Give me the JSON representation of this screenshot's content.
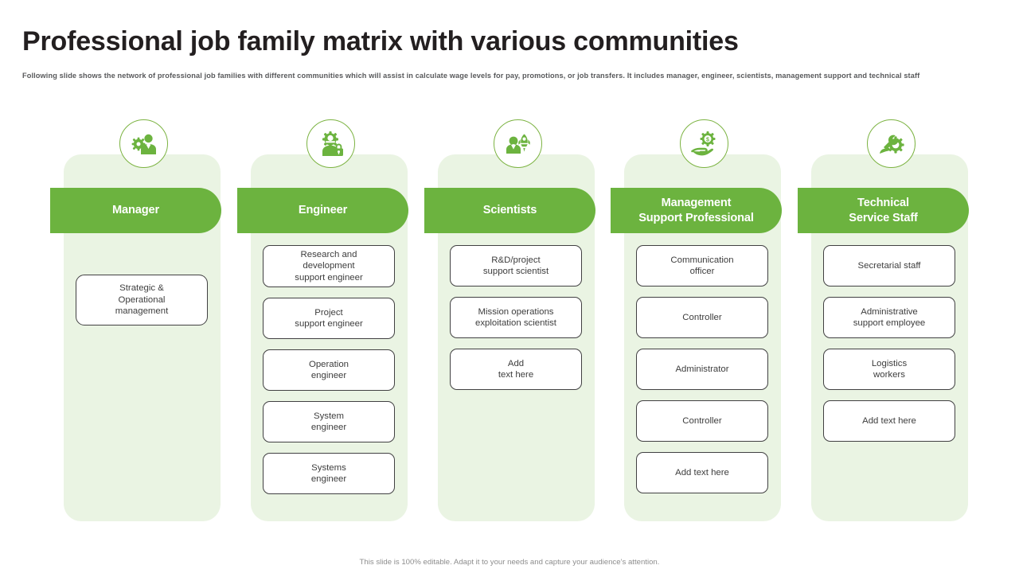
{
  "page": {
    "title": "Professional job family matrix with various communities",
    "subtitle": "Following  slide shows the network of professional job families with different communities which will assist in calculate wage levels for pay, promotions, or job transfers. It includes manager, engineer, scientists, management support and technical staff",
    "footer": "This slide is 100% editable.  Adapt it to your needs and capture your audience’s attention."
  },
  "colors": {
    "header_green": "#6cb33f",
    "column_bg": "#eaf4e3",
    "badge_border": "#7cb342",
    "card_border": "#414042",
    "title_text": "#231f20",
    "body_text": "#3d3d3d",
    "footer_text": "#8d8d8d"
  },
  "columns": [
    {
      "id": "manager",
      "header": "Manager",
      "icon": "manager-gear-person-icon",
      "items": [
        {
          "label": "Strategic &\nOperational\nmanagement"
        }
      ]
    },
    {
      "id": "engineer",
      "header": "Engineer",
      "icon": "engineer-gear-lock-icon",
      "items": [
        {
          "label": "Research and\ndevelopment\nsupport engineer"
        },
        {
          "label": "Project\nsupport engineer"
        },
        {
          "label": "Operation\nengineer"
        },
        {
          "label": "System\nengineer"
        },
        {
          "label": "Systems\nengineer"
        }
      ]
    },
    {
      "id": "scientists",
      "header": "Scientists",
      "icon": "scientist-rocket-person-icon",
      "items": [
        {
          "label": "R&D/project\nsupport scientist"
        },
        {
          "label": "Mission operations\nexploitation scientist"
        },
        {
          "label": "Add\ntext here"
        }
      ]
    },
    {
      "id": "management-support-professional",
      "header": "Management\nSupport Professional",
      "icon": "hand-gear-dollar-icon",
      "items": [
        {
          "label": "Communication\nofficer"
        },
        {
          "label": "Controller"
        },
        {
          "label": "Administrator"
        },
        {
          "label": "Controller"
        },
        {
          "label": "Add text here"
        }
      ]
    },
    {
      "id": "technical-service-staff",
      "header": "Technical\nService Staff",
      "icon": "hand-wrench-gear-icon",
      "items": [
        {
          "label": "Secretarial staff"
        },
        {
          "label": "Administrative\nsupport employee"
        },
        {
          "label": "Logistics\nworkers"
        },
        {
          "label": "Add text here"
        }
      ]
    }
  ]
}
